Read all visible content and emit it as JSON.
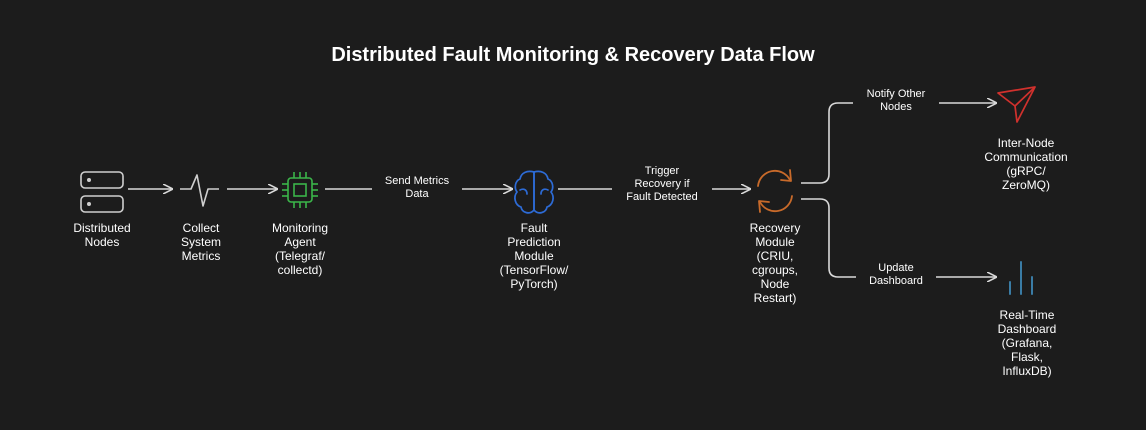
{
  "title": "Distributed Fault Monitoring & Recovery Data Flow",
  "colors": {
    "background": "#1c1c1c",
    "arrow": "#d9d9d9",
    "nodes_icon": "#cfcfcf",
    "chip_icon": "#3bb54a",
    "brain_icon": "#2d6bd6",
    "recovery_icon": "#c86a2a",
    "send_icon": "#d0312d",
    "dashboard_icon": "#3a7ca5"
  },
  "nodes": {
    "distributed_nodes": {
      "label": "Distributed\nNodes",
      "icon": "server-stack-icon"
    },
    "collect": {
      "label": "Collect\nSystem\nMetrics",
      "icon": "pulse-icon"
    },
    "agent": {
      "label": "Monitoring\nAgent\n(Telegraf/\ncollectd)",
      "icon": "chip-icon"
    },
    "fault": {
      "label": "Fault\nPrediction\nModule\n(TensorFlow/\nPyTorch)",
      "icon": "brain-icon"
    },
    "recovery": {
      "label": "Recovery\nModule\n(CRIU,\ncgroups,\nNode\nRestart)",
      "icon": "refresh-icon"
    },
    "internode": {
      "label": "Inter-Node\nCommunication\n(gRPC/\nZeroMQ)",
      "icon": "paper-plane-icon"
    },
    "dashboard": {
      "label": "Real-Time\nDashboard\n(Grafana,\nFlask,\nInfluxDB)",
      "icon": "bar-chart-icon"
    }
  },
  "edges": {
    "send_metrics": "Send Metrics\nData",
    "trigger_recovery": "Trigger\nRecovery if\nFault Detected",
    "notify": "Notify Other\nNodes",
    "update": "Update\nDashboard"
  }
}
